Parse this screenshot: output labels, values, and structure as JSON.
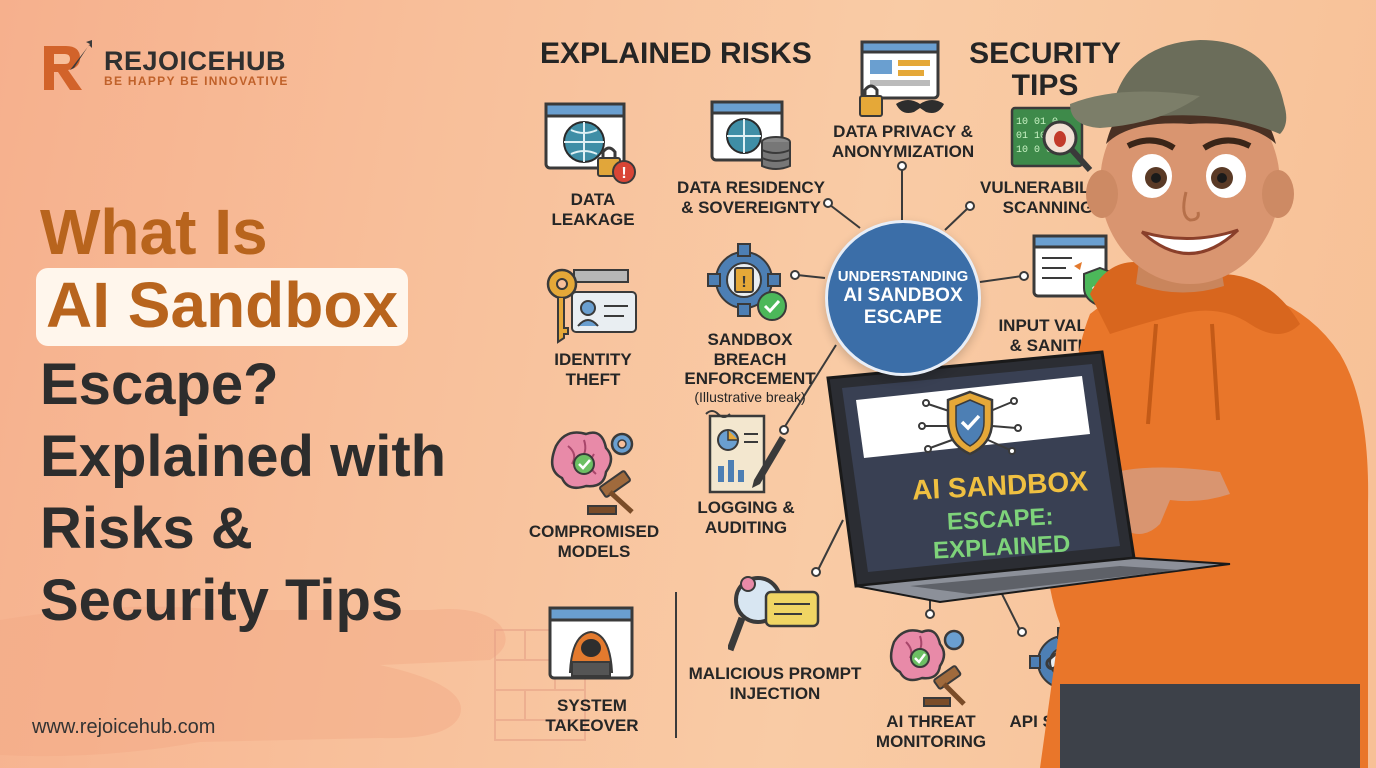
{
  "brand": {
    "name": "REJOICEHUB",
    "tagline": "BE HAPPY BE INNOVATIVE",
    "website": "www.rejoicehub.com",
    "logo_icon": "rocket-r-logo"
  },
  "title": {
    "line1": "What Is",
    "line2": "AI Sandbox",
    "line3": "Escape?",
    "line4": "Explained with",
    "line5": "Risks &",
    "line6": "Security Tips"
  },
  "headings": {
    "risks": "EXPLAINED RISKS",
    "tips_line1": "SECURITY",
    "tips_line2": "TIPS"
  },
  "center": {
    "line1": "UNDERSTANDING",
    "line2": "AI SANDBOX",
    "line3": "ESCAPE"
  },
  "risks": {
    "data_leakage": {
      "l1": "DATA",
      "l2": "LEAKAGE",
      "icon": "globe-lock-window-icon"
    },
    "identity_theft": {
      "l1": "IDENTITY",
      "l2": "THEFT",
      "icon": "key-id-card-icon"
    },
    "compromised_models": {
      "l1": "COMPROMISED",
      "l2": "MODELS",
      "icon": "brain-gear-gavel-icon"
    },
    "system_takeover": {
      "l1": "SYSTEM",
      "l2": "TAKEOVER",
      "icon": "hacker-window-icon"
    }
  },
  "middle": {
    "data_residency": {
      "l1": "DATA RESIDENCY",
      "l2": "& SOVEREIGNTY",
      "icon": "globe-database-icon"
    },
    "sandbox_breach": {
      "l1": "SANDBOX BREACH",
      "l2": "ENFORCEMENT",
      "l3": "(Illustrative break)",
      "icon": "gear-alert-check-icon"
    },
    "logging": {
      "l1": "LOGGING &",
      "l2": "AUDITING",
      "icon": "document-pen-icon"
    },
    "malicious_prompt": {
      "l1": "MALICIOUS PROMPT",
      "l2": "INJECTION",
      "icon": "magnifier-chat-icon"
    }
  },
  "tips": {
    "data_privacy": {
      "l1": "DATA PRIVACY &",
      "l2": "ANONYMIZATION",
      "icon": "dashboard-lock-mask-icon"
    },
    "vulnerability": {
      "l1": "VULNERABILITY",
      "l2": "SCANNING",
      "icon": "binary-bug-magnifier-icon"
    },
    "input_validation": {
      "l1": "INPUT VALIDATION",
      "l2": "& SANITIZATION",
      "icon": "form-shield-icon"
    },
    "ai_threat": {
      "l1": "AI THREAT",
      "l2": "MONITORING",
      "icon": "brain-gear-gavel-icon"
    },
    "api_security": {
      "l1": "API SECURITY",
      "icon": "gear-chain-shield-icon"
    }
  },
  "laptop": {
    "line1": "AI SANDBOX",
    "line2": "ESCAPE: EXPLAINED",
    "icon": "shield-circuit-icon"
  },
  "colors": {
    "title_orange": "#b8641d",
    "hub_blue": "#3b6ea8",
    "text_dark": "#262626",
    "screen_yellow": "#f0c041",
    "screen_green": "#7ed37a"
  }
}
